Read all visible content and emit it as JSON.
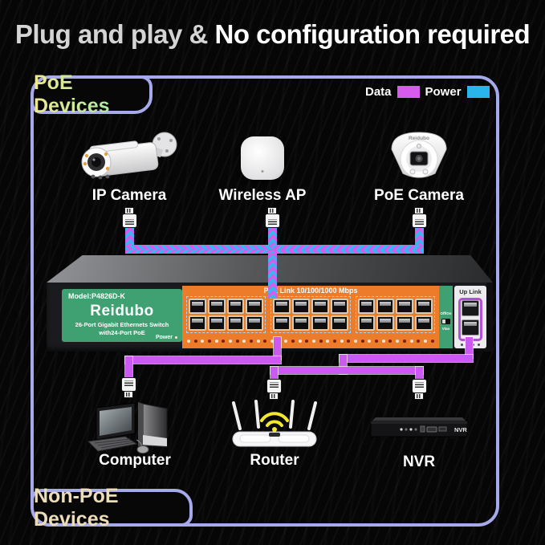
{
  "title": {
    "part1": "Plug and play & ",
    "part2": "No configuration required"
  },
  "frame": {
    "poe_label": "PoE Devices",
    "non_poe_label": "Non-PoE Devices"
  },
  "legend": {
    "data_label": "Data",
    "data_color": "#d75ced",
    "power_label": "Power",
    "power_color": "#2ab4ec"
  },
  "devices_top": [
    {
      "name": "IP Camera"
    },
    {
      "name": "Wireless AP"
    },
    {
      "name": "PoE Camera"
    }
  ],
  "devices_bottom": [
    {
      "name": "Computer"
    },
    {
      "name": "Router"
    },
    {
      "name": "NVR"
    }
  ],
  "camera_brand": "Reidubo",
  "nvr_device_label": "NVR",
  "switch": {
    "model": "Model:P4826D-K",
    "brand": "Reidubo",
    "desc1": "26-Port Gigabit Ethernets Switch",
    "desc2": "with24-Port PoE",
    "power_label": "Power",
    "poe_link": "PoE Link 10/100/1000 Mbps",
    "toggle_top": "Off/On",
    "toggle_bottom": "Vlan",
    "uplink_label": "Up Link"
  }
}
